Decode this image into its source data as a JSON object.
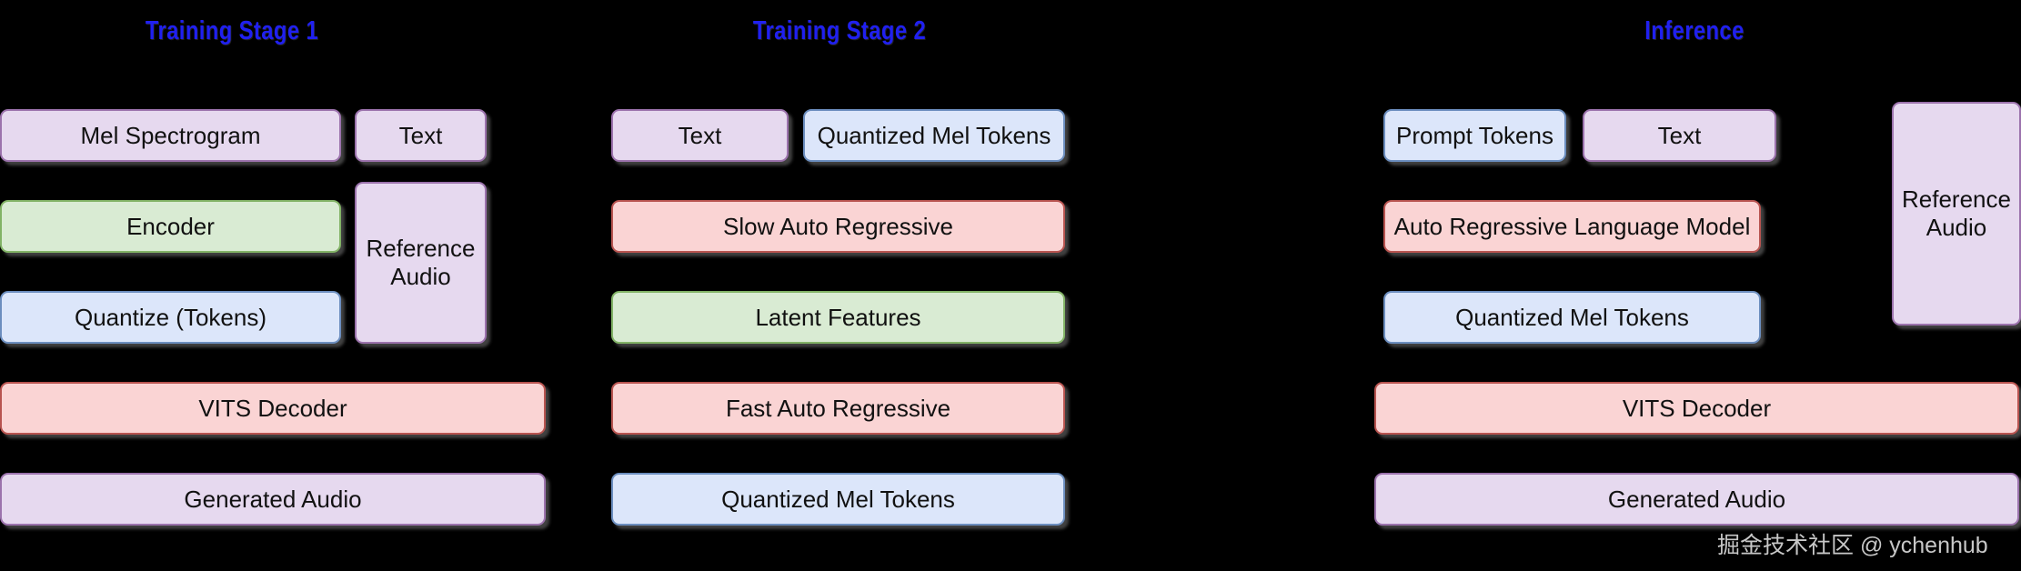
{
  "diagram": {
    "title_color": "#2020f0",
    "background": "#000000",
    "palette": {
      "purple_fill": "#e6d9ef",
      "purple_stroke": "#9c73ad",
      "green_fill": "#d9ebd3",
      "green_stroke": "#82b366",
      "blue_fill": "#dce6fa",
      "blue_stroke": "#6c8ebf",
      "pink_fill": "#fad4d4",
      "pink_stroke": "#b85450"
    }
  },
  "stages": [
    {
      "title": "Training Stage 1",
      "nodes": [
        {
          "label": "Mel Spectrogram"
        },
        {
          "label": "Text"
        },
        {
          "label": "Encoder"
        },
        {
          "label": "Reference\nAudio",
          "line1": "Reference",
          "line2": "Audio"
        },
        {
          "label": "Quantize (Tokens)"
        },
        {
          "label": "VITS Decoder"
        },
        {
          "label": "Generated Audio"
        }
      ]
    },
    {
      "title": "Training Stage 2",
      "nodes": [
        {
          "label": "Text"
        },
        {
          "label": "Quantized Mel Tokens"
        },
        {
          "label": "Slow Auto Regressive"
        },
        {
          "label": "Latent Features"
        },
        {
          "label": "Fast Auto Regressive"
        },
        {
          "label": "Quantized Mel Tokens"
        }
      ]
    },
    {
      "title": "Inference",
      "nodes": [
        {
          "label": "Prompt Tokens"
        },
        {
          "label": "Text"
        },
        {
          "label": "Reference\nAudio",
          "line1": "Reference",
          "line2": "Audio"
        },
        {
          "label": "Auto Regressive Language Model"
        },
        {
          "label": "Quantized Mel Tokens"
        },
        {
          "label": "VITS Decoder"
        },
        {
          "label": "Generated Audio"
        }
      ]
    }
  ],
  "watermark": {
    "text": "掘金技术社区 @ ychenhub"
  }
}
